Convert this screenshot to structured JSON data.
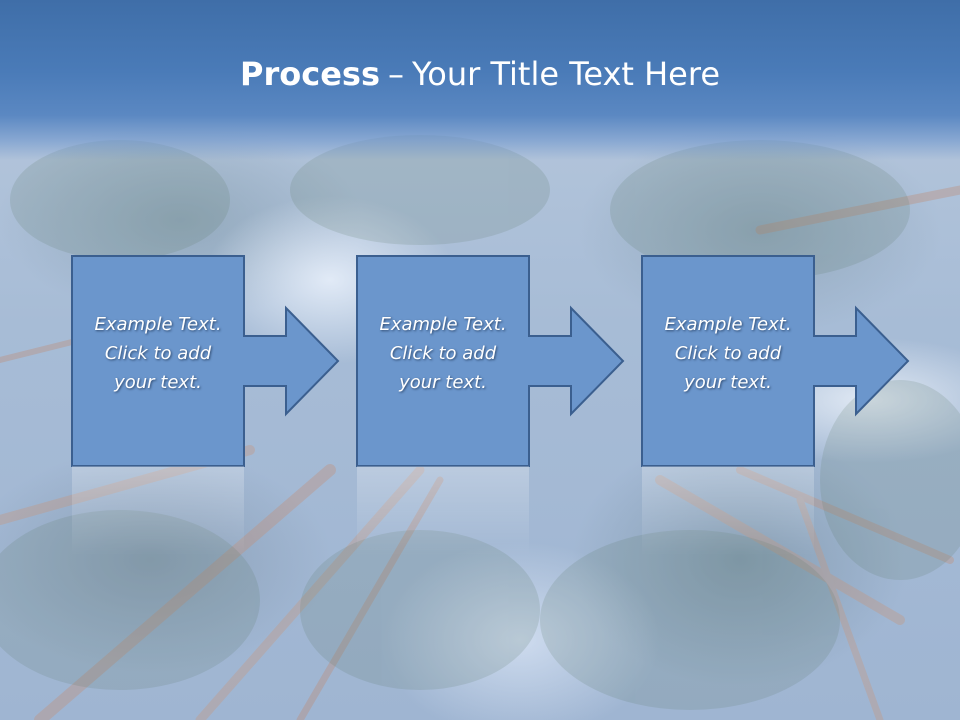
{
  "slide": {
    "title_bold": "Process",
    "title_dash": "–",
    "title_rest": "Your Title Text Here"
  },
  "steps": [
    {
      "line1": "Example Text.",
      "line2": "Click  to add",
      "line3": "your text."
    },
    {
      "line1": "Example Text.",
      "line2": "Click  to add",
      "line3": "your text."
    },
    {
      "line1": "Example Text.",
      "line2": "Click  to add",
      "line3": "your text."
    }
  ],
  "colors": {
    "header": "#4a7bb8",
    "box_fill": "#6b96cc",
    "box_stroke": "#3b5f8f",
    "text": "#ffffff"
  }
}
